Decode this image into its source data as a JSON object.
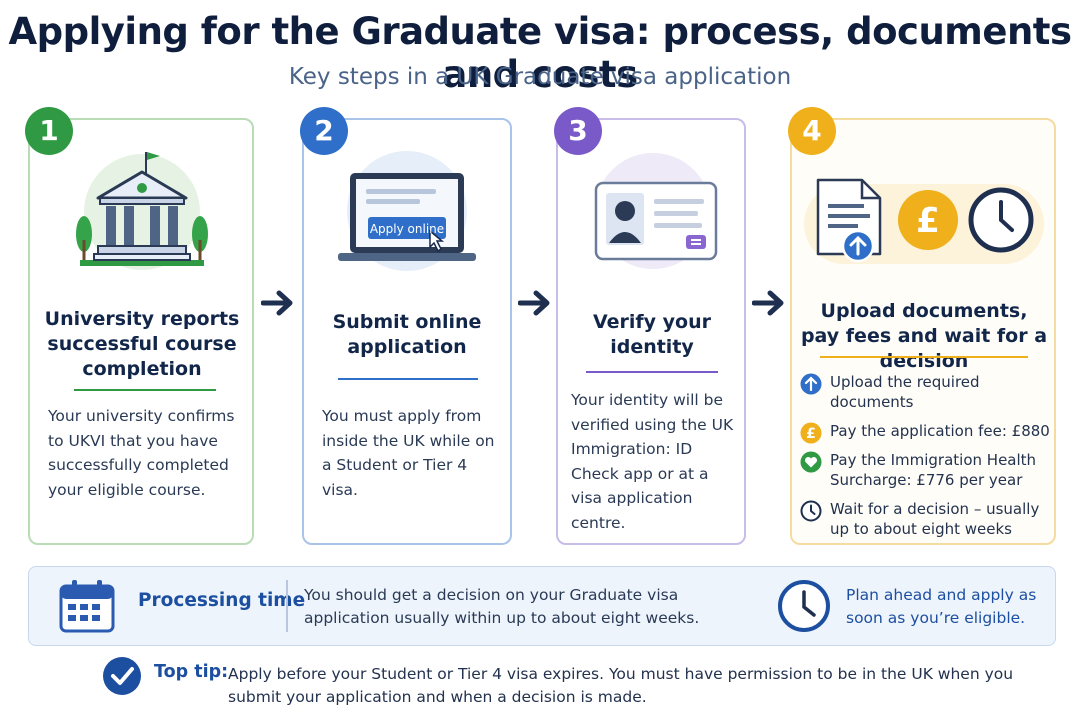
{
  "title": "Applying for the Graduate visa: process, documents and costs",
  "subtitle": "Key steps in a UK Graduate visa application",
  "steps": [
    {
      "number": "1",
      "heading": "University reports successful course completion",
      "body": "Your university confirms to UKVI that you have successfully completed your eligible course.",
      "accent": "#2f9a43"
    },
    {
      "number": "2",
      "heading": "Submit online application",
      "body": "You must apply from inside the UK while on a Student or Tier 4 visa.",
      "button_label": "Apply online",
      "accent": "#2f6fc9"
    },
    {
      "number": "3",
      "heading": "Verify your identity",
      "body": "Your identity will be verified using the UK Immigration: ID Check app or at a visa application centre.",
      "accent": "#7a5ac8"
    },
    {
      "number": "4",
      "heading": "Upload documents, pay fees and wait for a decision",
      "accent": "#efb01c",
      "items": [
        {
          "icon": "upload-icon",
          "text": "Upload the required documents"
        },
        {
          "icon": "pound-icon",
          "text": "Pay the application fee: £880"
        },
        {
          "icon": "heart-icon",
          "text": "Pay the Immigration Health Surcharge: £776 per year"
        },
        {
          "icon": "clock-icon",
          "text": "Wait for a decision – usually up to about eight weeks"
        }
      ]
    }
  ],
  "processing": {
    "title": "Processing time",
    "text": "You should get a decision on your Graduate visa application usually within up to about eight weeks.",
    "advice": "Plan ahead and apply as soon as you’re eligible."
  },
  "tip": {
    "label": "Top tip:",
    "text": "Apply before your Student or Tier 4 visa expires. You must have permission to be in the UK when you submit your application and when a decision is made."
  },
  "colors": {
    "navy": "#12264a",
    "blue": "#1d4fa0",
    "green": "#2f9a43",
    "purple": "#7a5ac8",
    "gold": "#efb01c"
  }
}
